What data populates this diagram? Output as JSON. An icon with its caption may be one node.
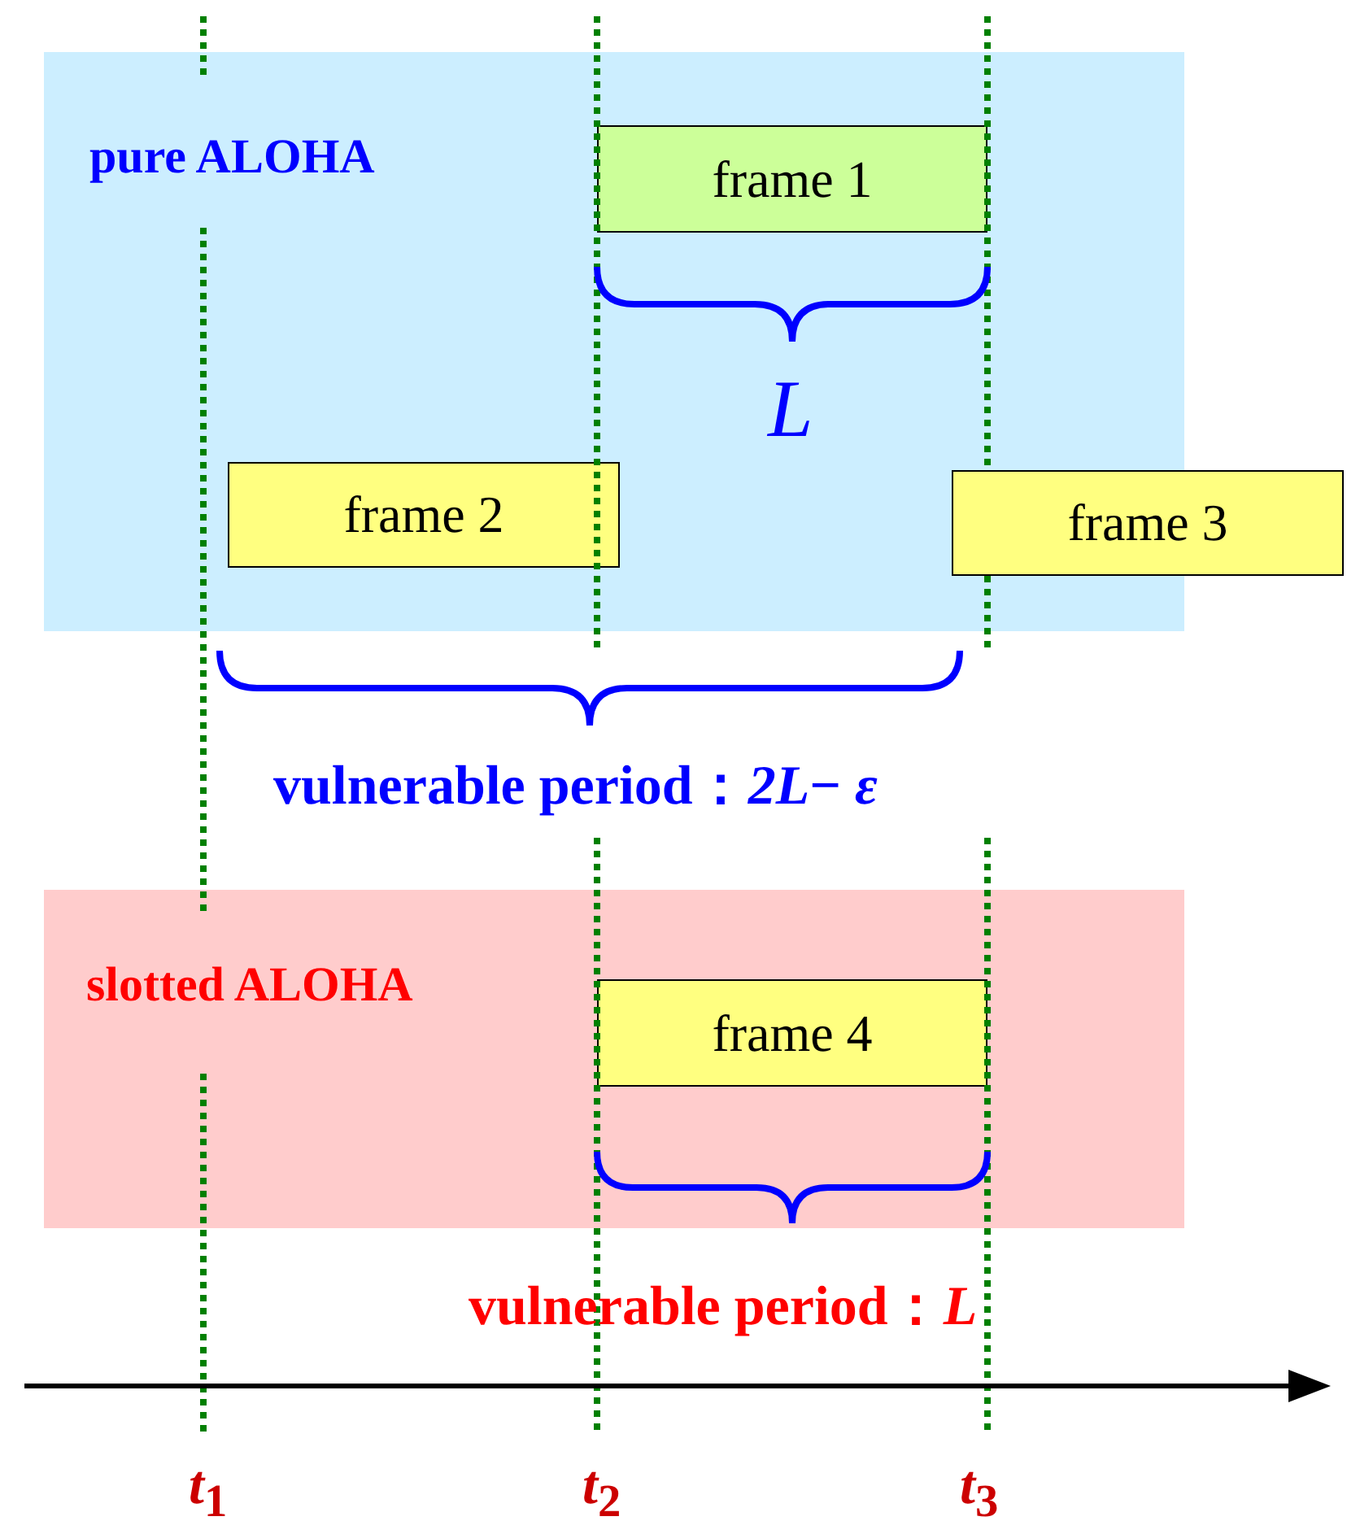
{
  "diagram": {
    "nodes": [
      {
        "text": [
          "pure ALOHA"
        ]
      },
      {
        "text": [
          "frame 1"
        ],
        "in": 0
      },
      {
        "text": [
          "frame 2"
        ],
        "in": 0
      },
      {
        "text": [
          "frame 3"
        ]
      },
      {
        "text": [
          "slotted ALOHA"
        ]
      },
      {
        "text": [
          "frame 4"
        ],
        "in": 4
      }
    ],
    "edges": [],
    "labels": [
      "*L*",
      "vulnerable period：*2L*− *ε*",
      "vulnerable period：*L*",
      "*t*$_{1}$",
      "*t*$_{2}$",
      "*t*$_{3}$"
    ]
  }
}
